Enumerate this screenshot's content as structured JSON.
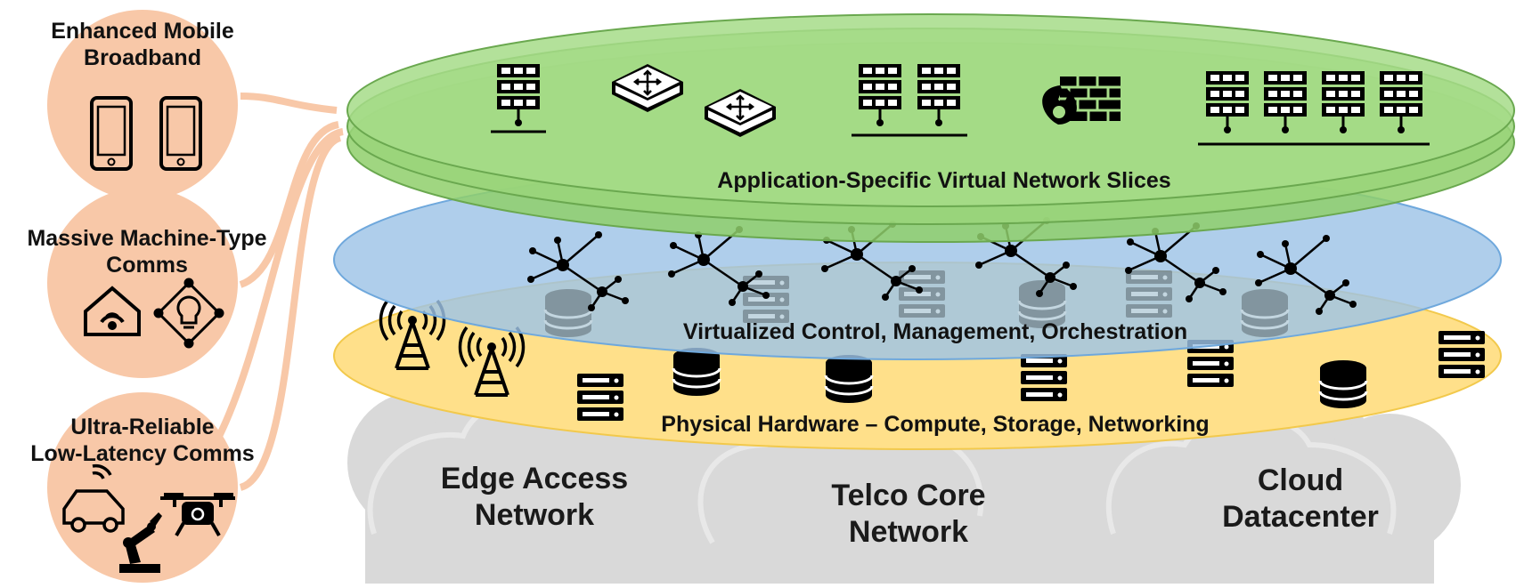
{
  "use_cases": [
    {
      "title_line1": "Enhanced Mobile",
      "title_line2": "Broadband",
      "icons": [
        "smartphone-icon",
        "smartphone-icon"
      ]
    },
    {
      "title_line1": "Massive Machine-Type",
      "title_line2": "Comms",
      "icons": [
        "smart-home-icon",
        "iot-lightbulb-icon"
      ]
    },
    {
      "title_line1": "Ultra-Reliable",
      "title_line2": "Low-Latency Comms",
      "icons": [
        "connected-car-icon",
        "robot-arm-icon",
        "drone-icon"
      ]
    }
  ],
  "layers": {
    "slices": {
      "title": "Application-Specific  Virtual Network Slices",
      "icons": [
        "server-rack-icon",
        "router-icon",
        "router-icon",
        "server-cluster-icon",
        "firewall-icon",
        "server-cluster-icon"
      ]
    },
    "control": {
      "title": "Virtualized  Control,  Management,  Orchestration",
      "icons": [
        "network-graph-icon"
      ]
    },
    "hardware": {
      "title": "Physical  Hardware – Compute,  Storage,  Networking",
      "icons": [
        "cell-tower-icon",
        "server-icon",
        "database-icon"
      ]
    }
  },
  "regions": [
    {
      "line1": "Edge Access",
      "line2": "Network"
    },
    {
      "line1": "Telco Core",
      "line2": "Network"
    },
    {
      "line1": "Cloud",
      "line2": "Datacenter"
    }
  ],
  "colors": {
    "use_case_fill": "#f8c8a8",
    "slice_fill": "#8fcf6b",
    "control_fill": "#9dc3e6",
    "hardware_fill": "#ffe08a",
    "cloud_fill": "#d3d3d3"
  }
}
